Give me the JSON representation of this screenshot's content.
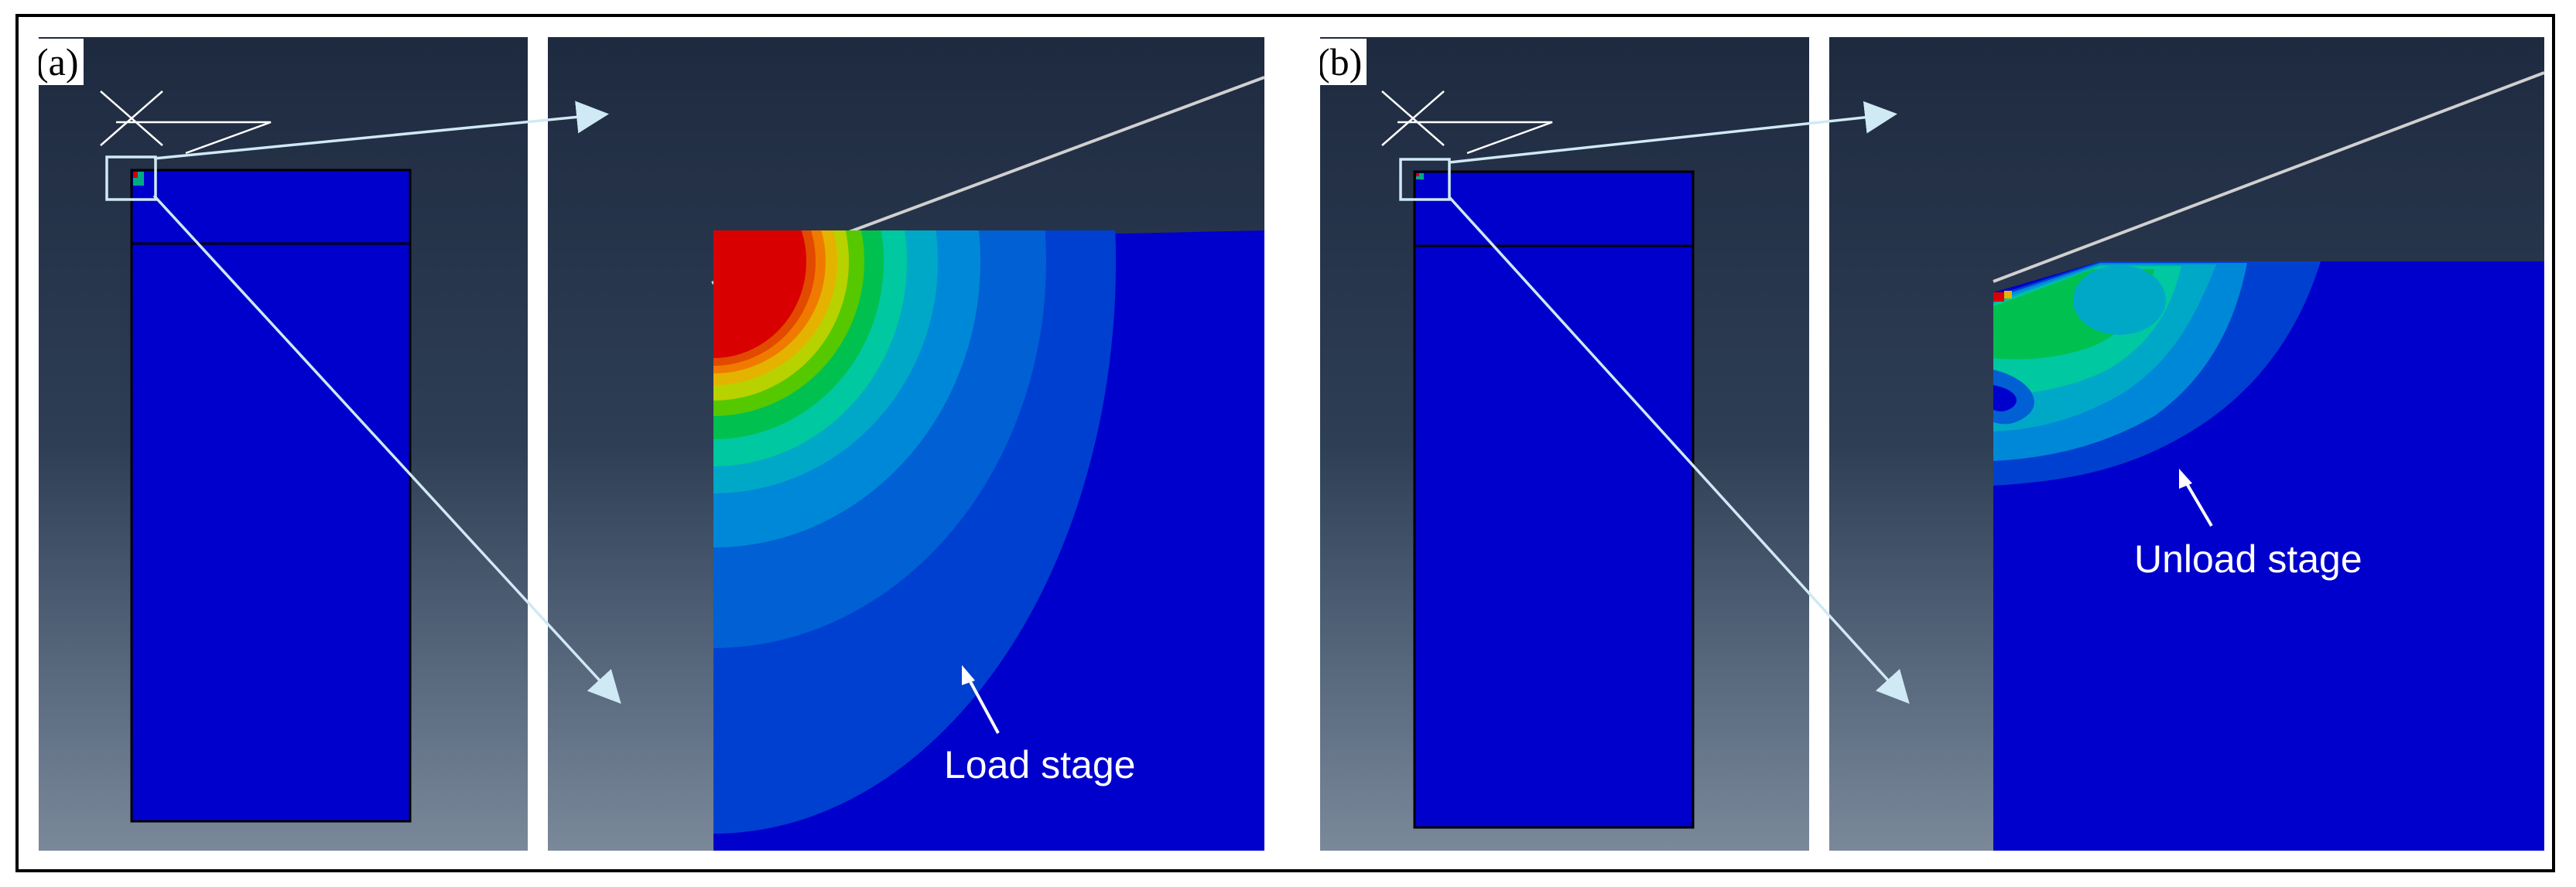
{
  "panels": [
    {
      "label": "(a)",
      "stage_label": "Load stage"
    },
    {
      "label": "(b)",
      "stage_label": "Unload stage"
    }
  ],
  "colors": {
    "model_blue": "#0000cc",
    "callout_line": "#cfe9f5",
    "contour": [
      "#d80000",
      "#e24a00",
      "#f07a00",
      "#e4b300",
      "#b8d200",
      "#55c800",
      "#00c050",
      "#00c8a0",
      "#00a8c8",
      "#0088d8",
      "#0060d4",
      "#0040d0"
    ]
  }
}
